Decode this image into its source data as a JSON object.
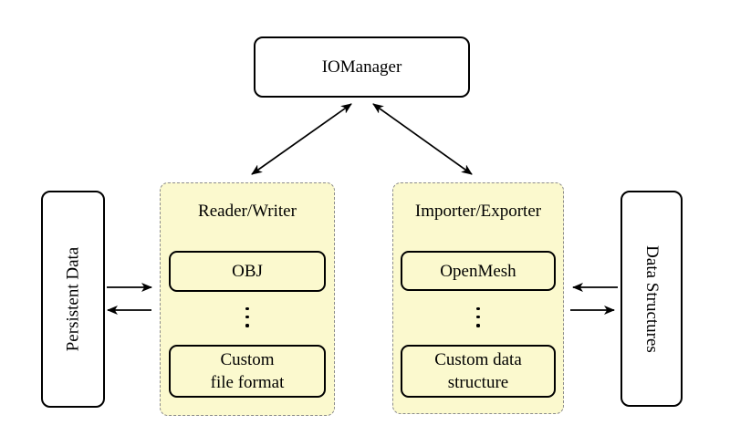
{
  "colors": {
    "background": "#ffffff",
    "group_fill": "#FBF9CE",
    "group_border_dashed": "#8c8c8c",
    "node_border": "#000000",
    "node_fill": "#ffffff",
    "arrow": "#000000"
  },
  "nodes": {
    "iomanager": {
      "label": "IOManager"
    },
    "persistent_data": {
      "label": "Persistent Data",
      "text_rotation": "counterclockwise"
    },
    "data_structures": {
      "label": "Data Structures",
      "text_rotation": "clockwise"
    }
  },
  "groups": {
    "reader_writer": {
      "title": "Reader/Writer",
      "items": [
        {
          "label": "OBJ"
        },
        {
          "label_line1": "Custom",
          "label_line2": "file format"
        }
      ],
      "ellipsis_between_items": true
    },
    "importer_exporter": {
      "title": "Importer/Exporter",
      "items": [
        {
          "label": "OpenMesh"
        },
        {
          "label_line1": "Custom data",
          "label_line2": "structure"
        }
      ],
      "ellipsis_between_items": true
    }
  },
  "icons": {
    "ellipsis": "vertical-dots"
  },
  "connections": [
    {
      "from": "iomanager",
      "to": "reader_writer",
      "type": "bidirectional"
    },
    {
      "from": "iomanager",
      "to": "importer_exporter",
      "type": "bidirectional"
    },
    {
      "from": "persistent_data",
      "to": "reader_writer",
      "type": "one-way"
    },
    {
      "from": "reader_writer",
      "to": "persistent_data",
      "type": "one-way"
    },
    {
      "from": "data_structures",
      "to": "importer_exporter",
      "type": "one-way"
    },
    {
      "from": "importer_exporter",
      "to": "data_structures",
      "type": "one-way"
    }
  ]
}
